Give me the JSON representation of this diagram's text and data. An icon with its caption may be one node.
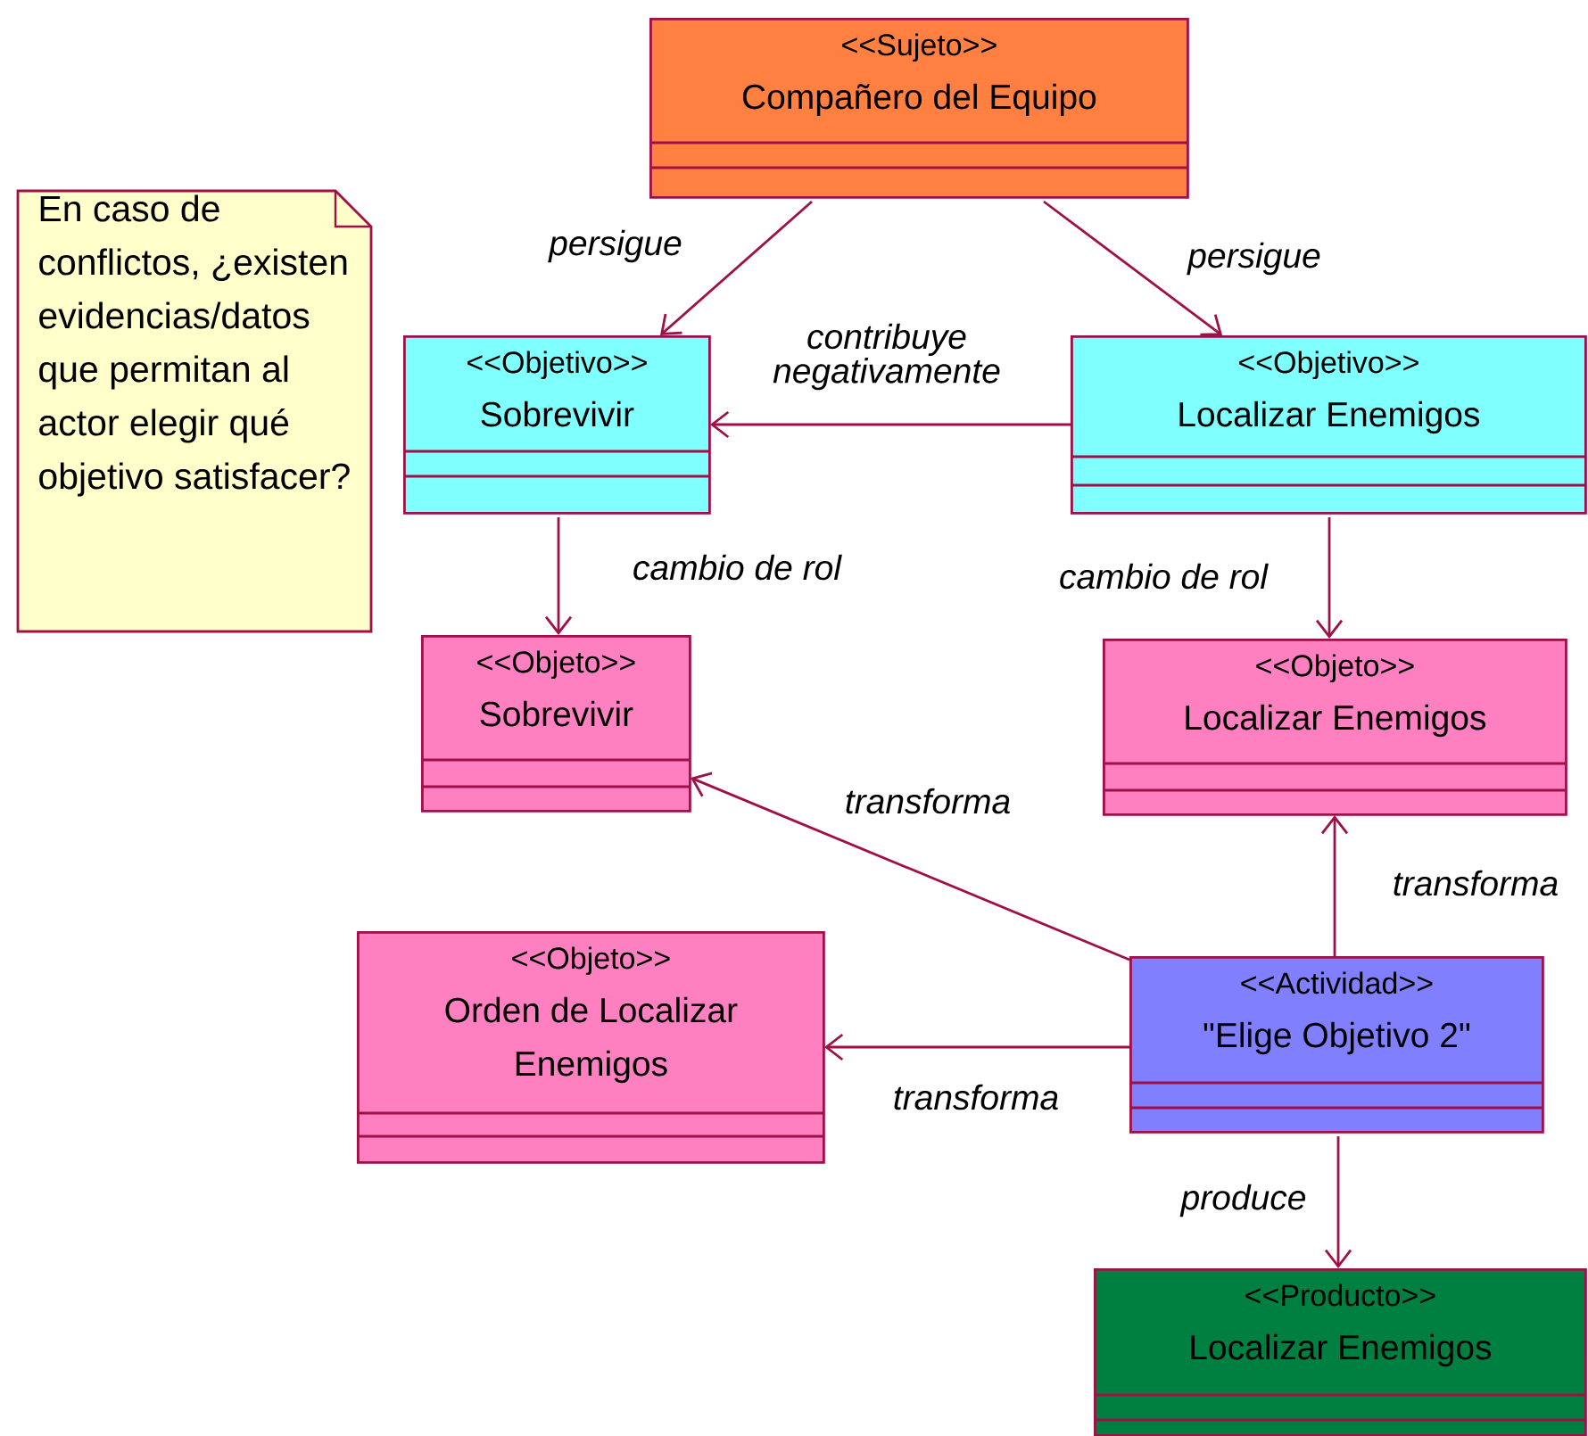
{
  "diagram": {
    "nodes": [
      {
        "text": [
          "<<Sujeto>>",
          "Compañero del Equipo"
        ]
      },
      {
        "text": [
          "En caso de conflictos, ¿existen evidencias/datos que permitan al actor elegir qué objetivo satisfacer?"
        ]
      },
      {
        "text": [
          "<<Objetivo>>",
          "Sobrevivir"
        ]
      },
      {
        "text": [
          "<<Objetivo>>",
          "Localizar Enemigos"
        ]
      },
      {
        "text": [
          "<<Objeto>>",
          "Sobrevivir"
        ]
      },
      {
        "text": [
          "<<Objeto>>",
          "Localizar Enemigos"
        ]
      },
      {
        "text": [
          "<<Objeto>>",
          "Orden de Localizar Enemigos"
        ]
      },
      {
        "text": [
          "<<Actividad>>",
          "\"Elige Objetivo 2\""
        ]
      },
      {
        "text": [
          "<<Producto>>",
          "Localizar Enemigos"
        ]
      }
    ],
    "edges": [
      {
        "from": 0,
        "to": 2,
        "arrow": "to",
        "label": "persigue"
      },
      {
        "from": 0,
        "to": 3,
        "arrow": "to",
        "label": "persigue"
      },
      {
        "from": 3,
        "to": 2,
        "arrow": "to",
        "label": "contribuye negativamente"
      },
      {
        "from": 2,
        "to": 4,
        "arrow": "to",
        "label": "cambio de rol"
      },
      {
        "from": 3,
        "to": 5,
        "arrow": "to",
        "label": "cambio de rol"
      },
      {
        "from": 7,
        "to": 4,
        "arrow": "to",
        "label": "transforma"
      },
      {
        "from": 7,
        "to": 5,
        "arrow": "to",
        "label": "transforma"
      },
      {
        "from": 7,
        "to": 6,
        "arrow": "to",
        "label": "transforma"
      },
      {
        "from": 7,
        "to": 8,
        "arrow": "to",
        "label": "produce"
      }
    ]
  }
}
